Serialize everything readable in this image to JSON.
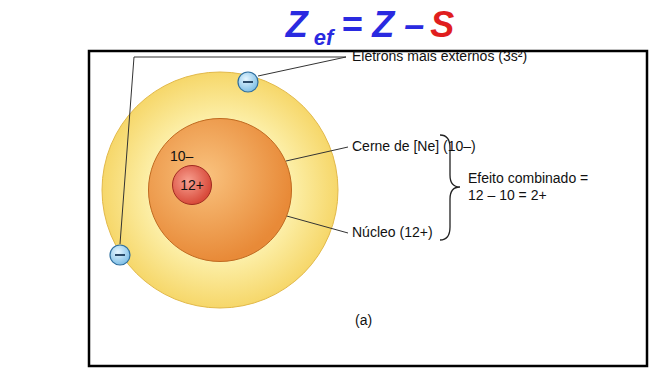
{
  "diagram": {
    "nodes": [
      {
        "text": [
          "10–"
        ]
      },
      {
        "text": [
          "12+"
        ],
        "in": 0
      }
    ],
    "labels": [
      "Z",
      "ef",
      "= Z –",
      "S",
      "Elétrons mais externos (3s²)",
      "Cerne de [Ne] (10–)",
      "Efeito combinado = 12 – 10 = 2+",
      "Núcleo (12+)",
      "(a)"
    ]
  }
}
